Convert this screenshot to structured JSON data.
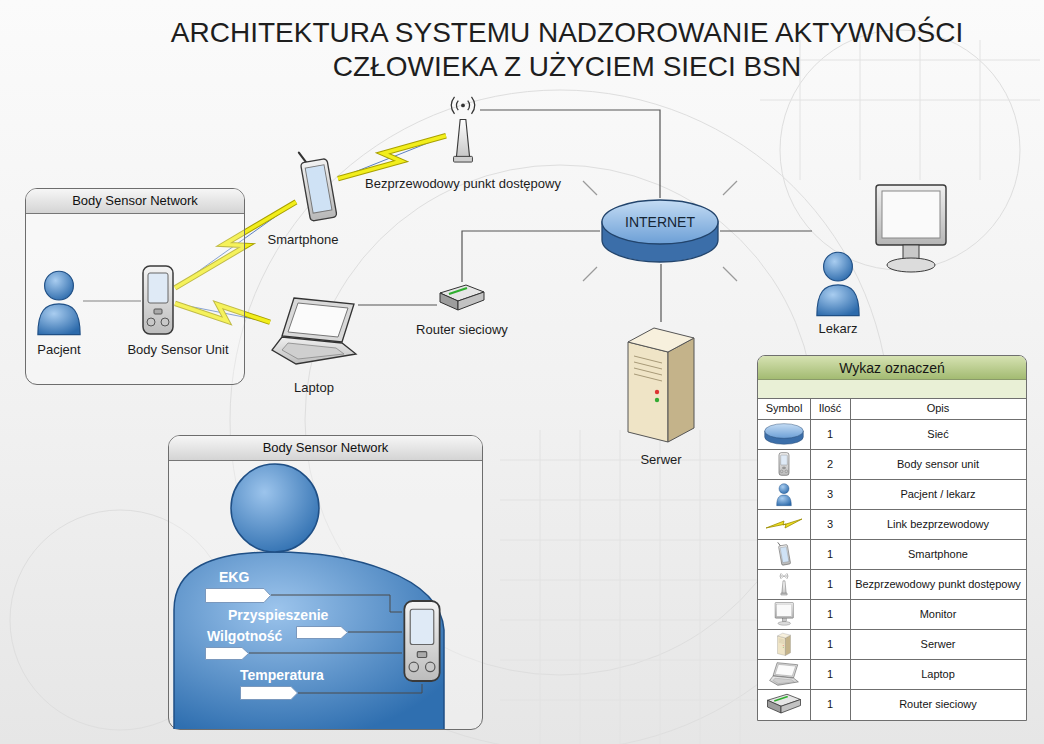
{
  "diagram": {
    "title": "ARCHITEKTURA SYSTEMU NADZOROWANIE AKTYWNOŚCI CZŁOWIEKA Z UŻYCIEM SIECI BSN",
    "nodes": [
      {
        "text": [
          "Body Sensor Network"
        ]
      },
      {
        "text": [
          "Pacjent"
        ],
        "in": 0
      },
      {
        "text": [
          "Body Sensor Unit"
        ],
        "in": 0
      },
      {
        "text": [
          "Smartphone"
        ]
      },
      {
        "text": [
          "Bezprzewodowy punkt dostępowy"
        ]
      },
      {
        "text": [
          "INTERNET"
        ]
      },
      {
        "text": [
          "Router sieciowy"
        ]
      },
      {
        "text": [
          "Laptop"
        ]
      },
      {
        "text": [
          "Lekarz"
        ]
      },
      {
        "text": [
          "Serwer"
        ]
      },
      {
        "text": [
          "Body Sensor Network"
        ]
      },
      {
        "text": [
          "EKG"
        ],
        "in": 10
      },
      {
        "text": [
          "Przyspieszenie"
        ],
        "in": 10
      },
      {
        "text": [
          "Wilgotność"
        ],
        "in": 10
      },
      {
        "text": [
          "Temperatura"
        ],
        "in": 10
      }
    ],
    "edges": [
      {
        "from": 1,
        "to": 2,
        "arrow": "none"
      },
      {
        "from": 2,
        "to": 3,
        "arrow": "none"
      },
      {
        "from": 2,
        "to": 7,
        "arrow": "none"
      },
      {
        "from": 3,
        "to": 4,
        "arrow": "none"
      },
      {
        "from": 4,
        "to": 5,
        "arrow": "none"
      },
      {
        "from": 7,
        "to": 6,
        "arrow": "none"
      },
      {
        "from": 6,
        "to": 5,
        "arrow": "none"
      },
      {
        "from": 5,
        "to": 9,
        "arrow": "none"
      },
      {
        "from": 5,
        "to": 8,
        "arrow": "none"
      }
    ],
    "labels": [
      "Wykaz oznaczeń",
      "Symbol",
      "Ilość",
      "Opis",
      "1",
      "2",
      "3",
      "3",
      "1",
      "1",
      "1",
      "1",
      "1",
      "1"
    ],
    "legend": [
      {
        "text": "Sieć"
      },
      {
        "text": "Body sensor unit"
      },
      {
        "text": "Pacjent / lekarz"
      },
      {
        "text": "Link bezprzewodowy"
      },
      {
        "text": "Smartphone"
      },
      {
        "text": "Bezprzewodowy punkt dostępowy"
      },
      {
        "text": "Monitor"
      },
      {
        "text": "Serwer"
      },
      {
        "text": "Laptop"
      },
      {
        "text": "Router sieciowy"
      }
    ]
  }
}
